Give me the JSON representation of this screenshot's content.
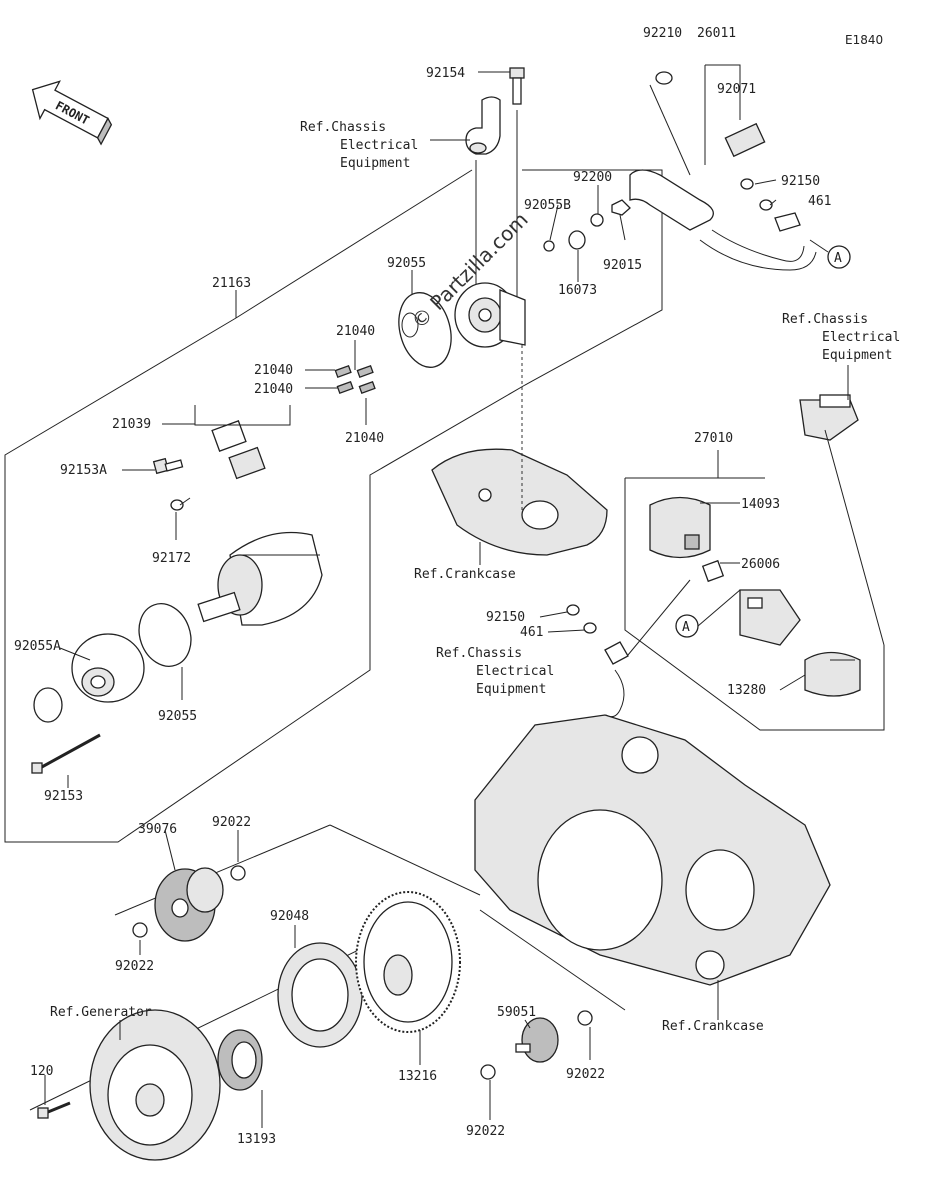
{
  "diagram_code": "E1840",
  "watermark": "© Partzilla.com",
  "front_marker": "FRONT",
  "callout_a": "A",
  "refs": {
    "chassis_top": [
      "Ref.Chassis",
      "Electrical",
      "Equipment"
    ],
    "chassis_right": [
      "Ref.Chassis",
      "Electrical",
      "Equipment"
    ],
    "chassis_mid": [
      "Ref.Chassis",
      "Electrical",
      "Equipment"
    ],
    "crankcase_top": "Ref.Crankcase",
    "crankcase_bottom": "Ref.Crankcase",
    "generator": "Ref.Generator"
  },
  "parts": {
    "p92154": "92154",
    "p92210": "92210",
    "p26011": "26011",
    "p92071": "92071",
    "p92150a": "92150",
    "p461a": "461",
    "p92200": "92200",
    "p92055b": "92055B",
    "p16073": "16073",
    "p92015": "92015",
    "p92055a1": "92055",
    "p21163": "21163",
    "p21040a": "21040",
    "p21040b": "21040",
    "p21040c": "21040",
    "p21040d": "21040",
    "p21039": "21039",
    "p92153a": "92153A",
    "p92172": "92172",
    "p92055A": "92055A",
    "p92055a2": "92055",
    "p92153": "92153",
    "p27010": "27010",
    "p14093": "14093",
    "p26006": "26006",
    "p92150b": "92150",
    "p461b": "461",
    "p13280": "13280",
    "p39076": "39076",
    "p92022a": "92022",
    "p92022b": "92022",
    "p92048": "92048",
    "p13216": "13216",
    "p59051": "59051",
    "p92022c": "92022",
    "p92022d": "92022",
    "p120": "120",
    "p13193": "13193"
  }
}
